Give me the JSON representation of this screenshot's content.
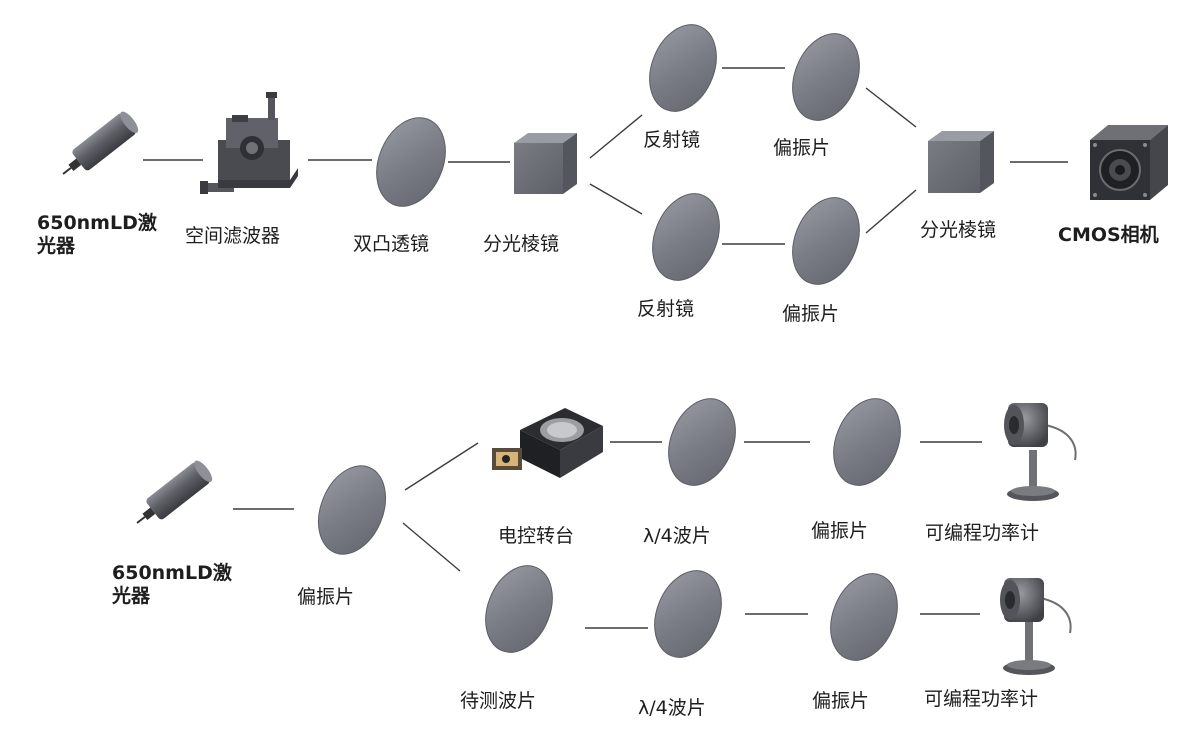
{
  "diagram_top": {
    "labels": {
      "laser": "650nmLD激\n光器",
      "spatial_filter": "空间滤波器",
      "biconvex_lens": "双凸透镜",
      "beam_splitter_1": "分光棱镜",
      "mirror_upper": "反射镜",
      "polarizer_upper": "偏振片",
      "mirror_lower": "反射镜",
      "polarizer_lower": "偏振片",
      "beam_splitter_2": "分光棱镜",
      "cmos_camera": "CMOS相机"
    }
  },
  "diagram_bottom": {
    "labels": {
      "laser": "650nmLD激\n光器",
      "polarizer_main": "偏振片",
      "rotation_stage": "电控转台",
      "qwp_upper": "λ/4波片",
      "polarizer_upper": "偏振片",
      "power_meter_upper": "可编程功率计",
      "sample_waveplate": "待测波片",
      "qwp_lower": "λ/4波片",
      "polarizer_lower": "偏振片",
      "power_meter_lower": "可编程功率计"
    }
  },
  "colors": {
    "optic_gray": "#7d7f87",
    "optic_edge": "#5c5e66",
    "line": "#3c3c3c",
    "text": "#1e1e1e"
  }
}
